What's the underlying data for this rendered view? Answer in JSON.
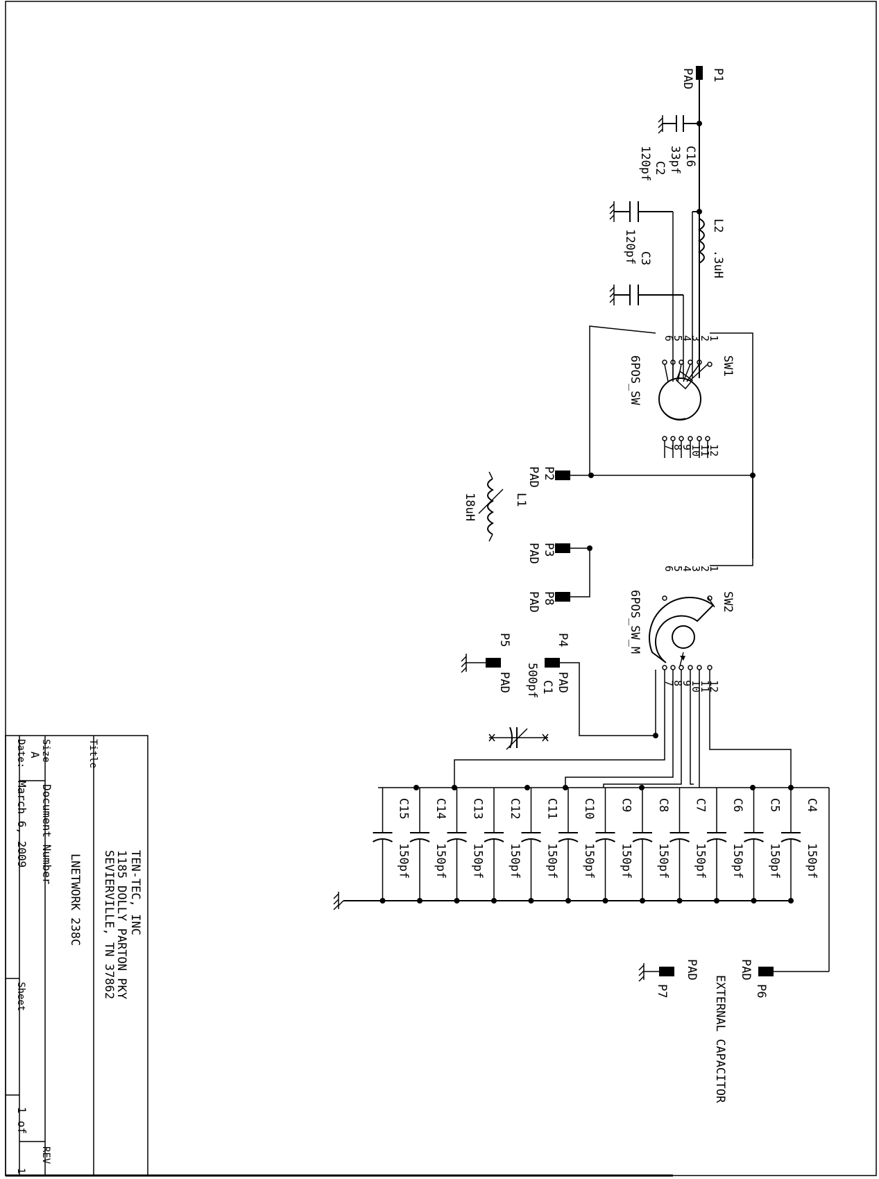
{
  "title_block": {
    "company": "TEN-TEC, INC",
    "address1": "1185 DOLLY PARTON PKY",
    "address2": "SEVIERVILLE, TN 37862",
    "title_label": "Title",
    "title": "LNETWORK 238C",
    "size_label": "Size",
    "size": "A",
    "docnum_label": "Document Number",
    "rev_label": "REV",
    "date_label": "Date:",
    "date": "March  6, 2009",
    "sheet_label": "Sheet",
    "sheet": "1",
    "of_label": "of",
    "rev": "1"
  },
  "pads": {
    "p1": {
      "ref": "P1",
      "type": "PAD"
    },
    "p2": {
      "ref": "P2",
      "type": "PAD"
    },
    "p3": {
      "ref": "P3",
      "type": "PAD"
    },
    "p4": {
      "ref": "P4",
      "type": "PAD"
    },
    "p5": {
      "ref": "P5",
      "type": "PAD"
    },
    "p6": {
      "ref": "P6",
      "type": "PAD"
    },
    "p7": {
      "ref": "P7",
      "type": "PAD"
    },
    "p8": {
      "ref": "P8",
      "type": "PAD"
    }
  },
  "components": {
    "c16": {
      "ref": "C16",
      "value": "33pf"
    },
    "c2": {
      "ref": "C2",
      "value": "120pf"
    },
    "c3": {
      "ref": "C3",
      "value": "120pf"
    },
    "l2": {
      "ref": "L2",
      "value": ".3uH"
    },
    "l1": {
      "ref": "L1",
      "value": "18uH"
    },
    "c1": {
      "ref": "C1",
      "value": "500pf"
    },
    "sw1": {
      "ref": "SW1",
      "type": "6POS_SW"
    },
    "sw2": {
      "ref": "SW2",
      "type": "6POS_SW_M"
    }
  },
  "cap_bank": [
    {
      "ref": "C4",
      "value": "150pf"
    },
    {
      "ref": "C5",
      "value": "150pf"
    },
    {
      "ref": "C6",
      "value": "150pf"
    },
    {
      "ref": "C7",
      "value": "150pf"
    },
    {
      "ref": "C8",
      "value": "150pf"
    },
    {
      "ref": "C9",
      "value": "150pf"
    },
    {
      "ref": "C10",
      "value": "150pf"
    },
    {
      "ref": "C11",
      "value": "150pf"
    },
    {
      "ref": "C12",
      "value": "150pf"
    },
    {
      "ref": "C13",
      "value": "150pf"
    },
    {
      "ref": "C14",
      "value": "150pf"
    },
    {
      "ref": "C15",
      "value": "150pf"
    }
  ],
  "switch_pins": {
    "left": [
      "1",
      "2",
      "3",
      "4",
      "5",
      "6"
    ],
    "right": [
      "12",
      "11",
      "10",
      "9",
      "8",
      "7"
    ]
  },
  "external_note": "EXTERNAL CAPACITOR"
}
